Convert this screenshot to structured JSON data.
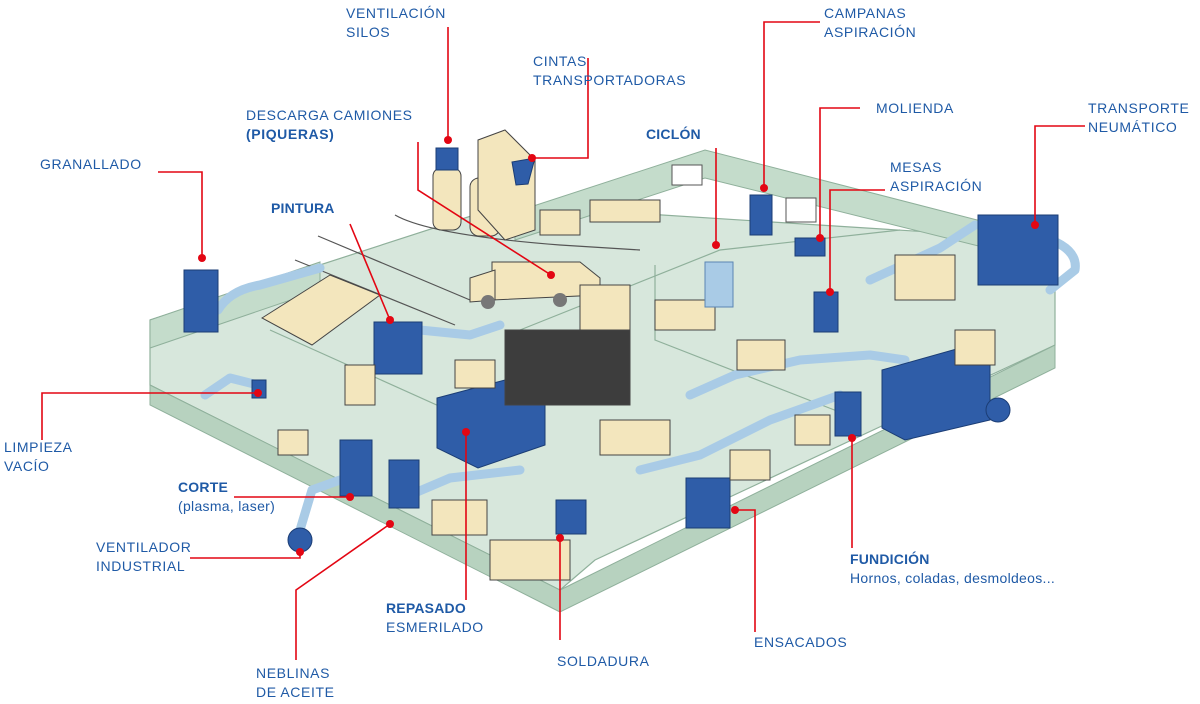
{
  "colors": {
    "label_blue": "#1f5aa6",
    "leader_red": "#e30613",
    "floor_green": "#d7e7dc",
    "wall_green": "#c4dccb",
    "equipment_blue": "#2f5da8",
    "duct_light_blue": "#a9cbe6",
    "machine_cream": "#f3e6bd"
  },
  "labels": {
    "ventilacion_silos": [
      "VENTILACIÓN",
      "SILOS"
    ],
    "campanas_aspiracion": [
      "CAMPANAS",
      "ASPIRACIÓN"
    ],
    "cintas_transportadoras": [
      "CINTAS",
      "TRANSPORTADORAS"
    ],
    "descarga_camiones": [
      "DESCARGA CAMIONES",
      "(PIQUERAS)"
    ],
    "molienda": "MOLIENDA",
    "transporte_neumatico": [
      "TRANSPORTE",
      "NEUMÁTICO"
    ],
    "ciclon": "CICLÓN",
    "mesas_aspiracion": [
      "MESAS",
      "ASPIRACIÓN"
    ],
    "granallado": "GRANALLADO",
    "pintura": "PINTURA",
    "limpieza_vacio": [
      "LIMPIEZA",
      "VACÍO"
    ],
    "corte": "CORTE",
    "corte_detail": "(plasma, laser)",
    "ventilador_industrial": [
      "VENTILADOR",
      "INDUSTRIAL"
    ],
    "fundicion": "FUNDICIÓN",
    "fundicion_detail": "Hornos, coladas, desmoldeos...",
    "repasado": "REPASADO",
    "esmerilado": "ESMERILADO",
    "ensacados": "ENSACADOS",
    "soldadura": "SOLDADURA",
    "neblinas": [
      "NEBLINAS",
      "DE ACEITE"
    ]
  }
}
